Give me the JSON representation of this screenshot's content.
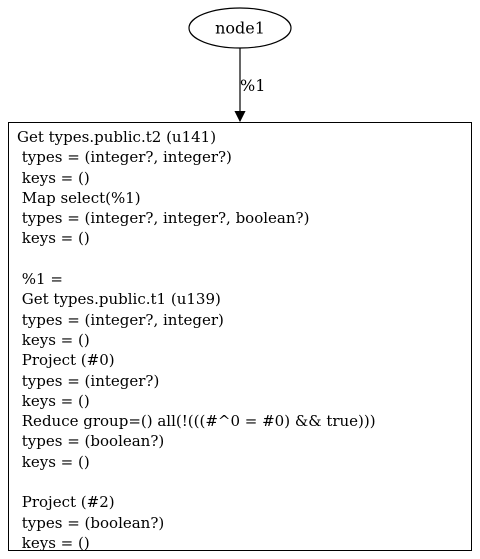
{
  "graph": {
    "source_node": {
      "label": "node1"
    },
    "edge": {
      "label": "%1"
    },
    "target_node": {
      "lines": [
        "Get types.public.t2 (u141)",
        " types = (integer?, integer?)",
        " keys = ()",
        " Map select(%1)",
        " types = (integer?, integer?, boolean?)",
        " keys = ()",
        "",
        " %1 =",
        " Get types.public.t1 (u139)",
        " types = (integer?, integer)",
        " keys = ()",
        " Project (#0)",
        " types = (integer?)",
        " keys = ()",
        " Reduce group=() all(!(((#^0 = #0) && true)))",
        " types = (boolean?)",
        " keys = ()",
        "",
        " Project (#2)",
        " types = (boolean?)",
        " keys = ()"
      ]
    }
  }
}
